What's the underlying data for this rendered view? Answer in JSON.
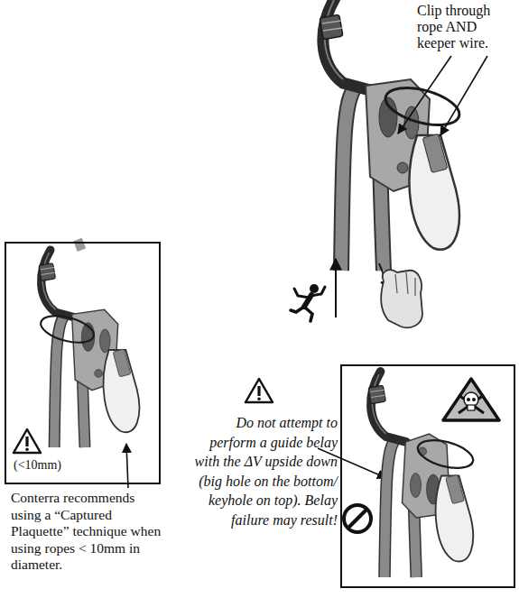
{
  "diagram": {
    "nodes": [
      {
        "text": [
          "(<10mm)"
        ]
      }
    ],
    "labels": [
      "Clip through rope AND keeper wire.",
      "Conterra recommends using a “Captured Plaquette” technique when using ropes < 10mm in diameter.",
      "Do not attempt to perform a guide belay with the ΔV upside down (big hole on the bottom/ keyhole on top). Belay failure may result!"
    ]
  }
}
